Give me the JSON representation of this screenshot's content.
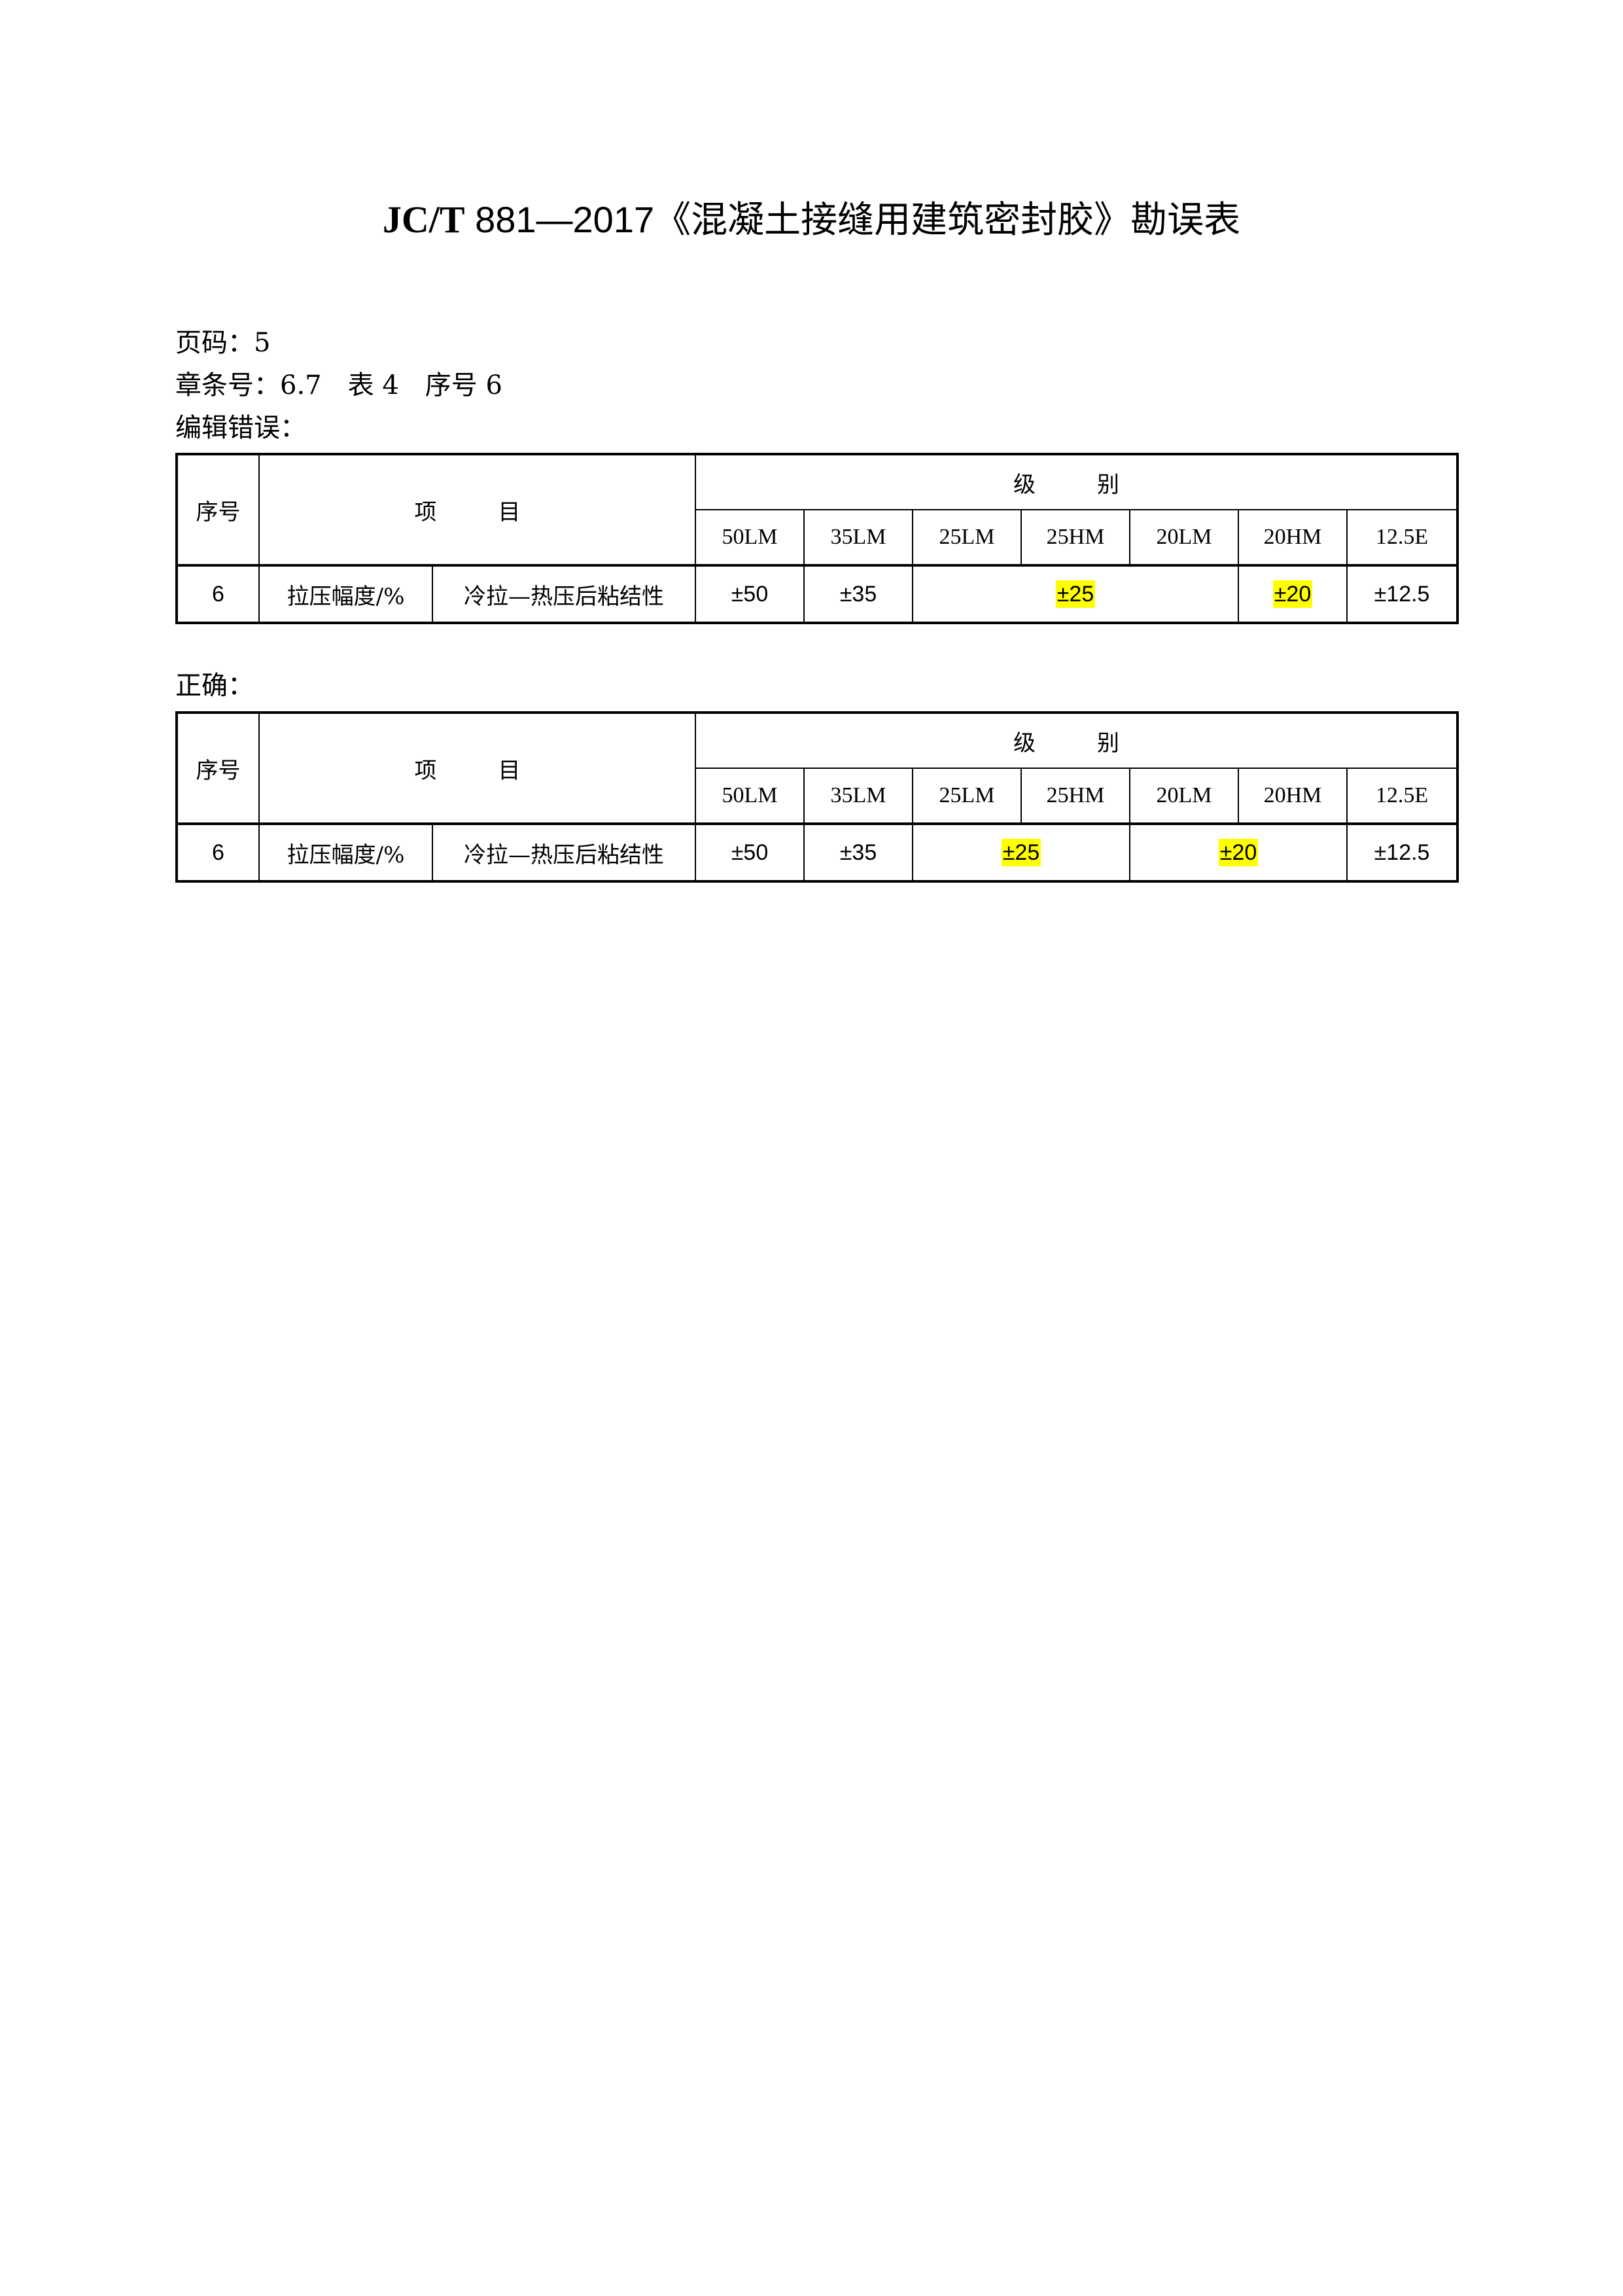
{
  "title": {
    "code": "JC/T",
    "rest": " 881—2017《混凝土接缝用建筑密封胶》勘误表"
  },
  "meta": {
    "page": "页码：5",
    "clause": "章条号：6.7　表 4　序号 6"
  },
  "sections": {
    "wrong_label": "编辑错误：",
    "correct_label": "正确："
  },
  "table_headers": {
    "serial": "序号",
    "item": "项　目",
    "grade": "级　别",
    "grades": [
      "50LM",
      "35LM",
      "25LM",
      "25HM",
      "20LM",
      "20HM",
      "12.5E"
    ]
  },
  "row": {
    "serial": "6",
    "item1": "拉压幅度/%",
    "item2": "冷拉—热压后粘结性",
    "v50": "±50",
    "v35": "±35",
    "v25": "±25",
    "v20": "±20",
    "v125": "±12.5"
  },
  "colors": {
    "highlight": "#ffff00"
  }
}
